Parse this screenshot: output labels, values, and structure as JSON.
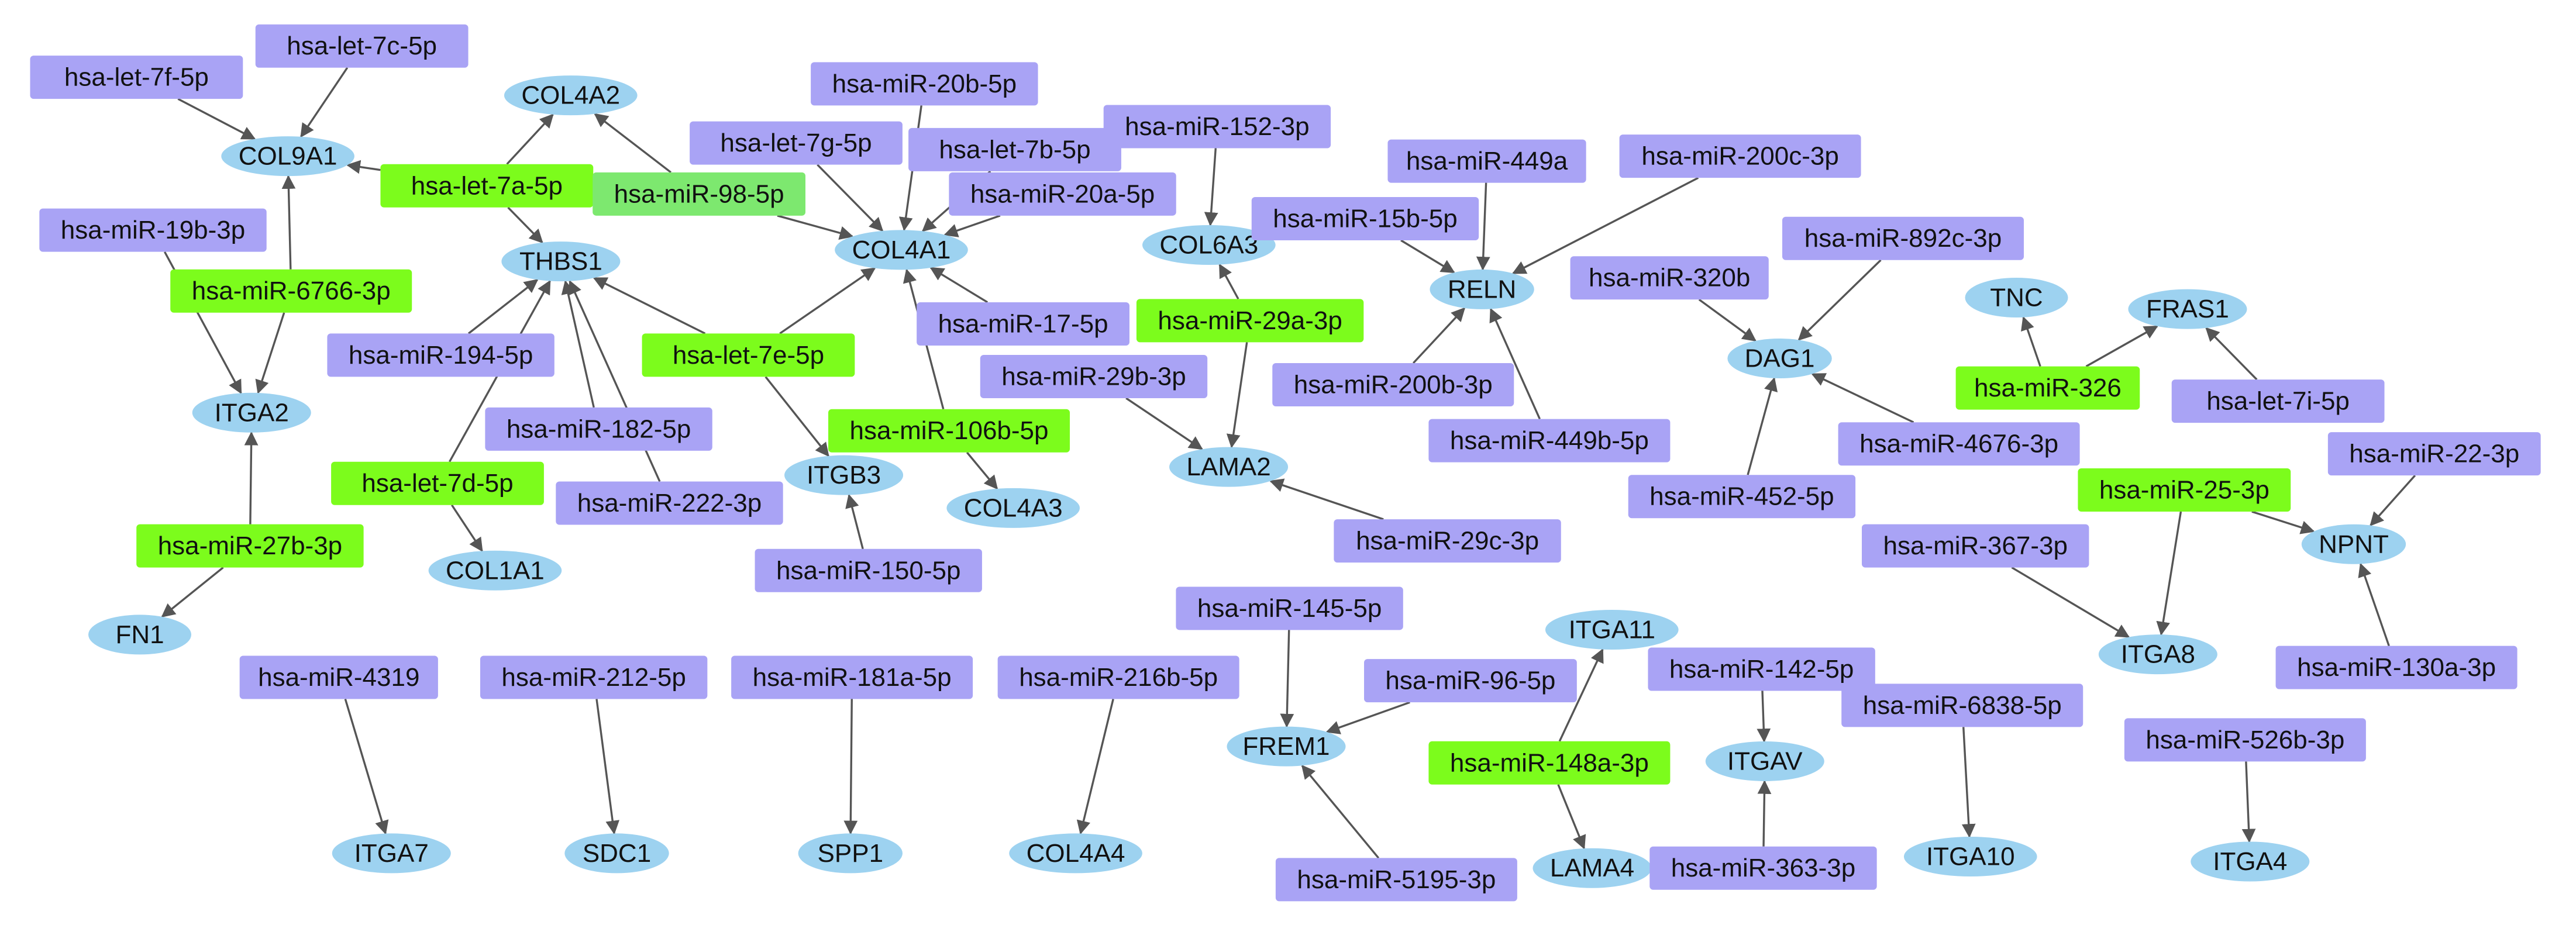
{
  "colors": {
    "gene": "#9dd2f0",
    "mirna": "#a9a3f5",
    "hub_mirna": "#7cfc1c",
    "hub_mirna_light": "#7de86f",
    "edge": "#555555",
    "text": "#111111"
  },
  "nodes": [
    {
      "id": "COL9A1",
      "label": "COL9A1",
      "type": "gene"
    },
    {
      "id": "COL4A2",
      "label": "COL4A2",
      "type": "gene"
    },
    {
      "id": "THBS1",
      "label": "THBS1",
      "type": "gene"
    },
    {
      "id": "COL4A1",
      "label": "COL4A1",
      "type": "gene"
    },
    {
      "id": "COL6A3",
      "label": "COL6A3",
      "type": "gene"
    },
    {
      "id": "RELN",
      "label": "RELN",
      "type": "gene"
    },
    {
      "id": "DAG1",
      "label": "DAG1",
      "type": "gene"
    },
    {
      "id": "TNC",
      "label": "TNC",
      "type": "gene"
    },
    {
      "id": "FRAS1",
      "label": "FRAS1",
      "type": "gene"
    },
    {
      "id": "ITGA2",
      "label": "ITGA2",
      "type": "gene"
    },
    {
      "id": "ITGB3",
      "label": "ITGB3",
      "type": "gene"
    },
    {
      "id": "COL4A3",
      "label": "COL4A3",
      "type": "gene"
    },
    {
      "id": "LAMA2",
      "label": "LAMA2",
      "type": "gene"
    },
    {
      "id": "COL1A1",
      "label": "COL1A1",
      "type": "gene"
    },
    {
      "id": "FN1",
      "label": "FN1",
      "type": "gene"
    },
    {
      "id": "NPNT",
      "label": "NPNT",
      "type": "gene"
    },
    {
      "id": "ITGA8",
      "label": "ITGA8",
      "type": "gene"
    },
    {
      "id": "ITGA11",
      "label": "ITGA11",
      "type": "gene"
    },
    {
      "id": "FREM1",
      "label": "FREM1",
      "type": "gene"
    },
    {
      "id": "ITGAV",
      "label": "ITGAV",
      "type": "gene"
    },
    {
      "id": "ITGA7",
      "label": "ITGA7",
      "type": "gene"
    },
    {
      "id": "SDC1",
      "label": "SDC1",
      "type": "gene"
    },
    {
      "id": "SPP1",
      "label": "SPP1",
      "type": "gene"
    },
    {
      "id": "COL4A4",
      "label": "COL4A4",
      "type": "gene"
    },
    {
      "id": "LAMA4",
      "label": "LAMA4",
      "type": "gene"
    },
    {
      "id": "ITGA10",
      "label": "ITGA10",
      "type": "gene"
    },
    {
      "id": "ITGA4",
      "label": "ITGA4",
      "type": "gene"
    },
    {
      "id": "let7c",
      "label": "hsa-let-7c-5p",
      "type": "mirna"
    },
    {
      "id": "let7f",
      "label": "hsa-let-7f-5p",
      "type": "mirna"
    },
    {
      "id": "mir20b",
      "label": "hsa-miR-20b-5p",
      "type": "mirna"
    },
    {
      "id": "let7g",
      "label": "hsa-let-7g-5p",
      "type": "mirna"
    },
    {
      "id": "let7b",
      "label": "hsa-let-7b-5p",
      "type": "mirna"
    },
    {
      "id": "mir152",
      "label": "hsa-miR-152-3p",
      "type": "mirna"
    },
    {
      "id": "mir449a",
      "label": "hsa-miR-449a",
      "type": "mirna"
    },
    {
      "id": "mir200c",
      "label": "hsa-miR-200c-3p",
      "type": "mirna"
    },
    {
      "id": "let7a",
      "label": "hsa-let-7a-5p",
      "type": "hub_mirna"
    },
    {
      "id": "mir98",
      "label": "hsa-miR-98-5p",
      "type": "hub_mirna_light"
    },
    {
      "id": "mir20a",
      "label": "hsa-miR-20a-5p",
      "type": "mirna"
    },
    {
      "id": "mir15b",
      "label": "hsa-miR-15b-5p",
      "type": "mirna"
    },
    {
      "id": "mir19b",
      "label": "hsa-miR-19b-3p",
      "type": "mirna"
    },
    {
      "id": "mir892c",
      "label": "hsa-miR-892c-3p",
      "type": "mirna"
    },
    {
      "id": "mir6766",
      "label": "hsa-miR-6766-3p",
      "type": "hub_mirna"
    },
    {
      "id": "mir320b",
      "label": "hsa-miR-320b",
      "type": "mirna"
    },
    {
      "id": "mir17",
      "label": "hsa-miR-17-5p",
      "type": "mirna"
    },
    {
      "id": "mir29a",
      "label": "hsa-miR-29a-3p",
      "type": "hub_mirna"
    },
    {
      "id": "mir194",
      "label": "hsa-miR-194-5p",
      "type": "mirna"
    },
    {
      "id": "let7e",
      "label": "hsa-let-7e-5p",
      "type": "hub_mirna"
    },
    {
      "id": "mir29b",
      "label": "hsa-miR-29b-3p",
      "type": "mirna"
    },
    {
      "id": "mir200b",
      "label": "hsa-miR-200b-3p",
      "type": "mirna"
    },
    {
      "id": "mir326",
      "label": "hsa-miR-326",
      "type": "hub_mirna"
    },
    {
      "id": "let7i",
      "label": "hsa-let-7i-5p",
      "type": "mirna"
    },
    {
      "id": "mir182",
      "label": "hsa-miR-182-5p",
      "type": "mirna"
    },
    {
      "id": "mir106b",
      "label": "hsa-miR-106b-5p",
      "type": "hub_mirna"
    },
    {
      "id": "mir449b",
      "label": "hsa-miR-449b-5p",
      "type": "mirna"
    },
    {
      "id": "mir4676",
      "label": "hsa-miR-4676-3p",
      "type": "mirna"
    },
    {
      "id": "mir22",
      "label": "hsa-miR-22-3p",
      "type": "mirna"
    },
    {
      "id": "let7d",
      "label": "hsa-let-7d-5p",
      "type": "hub_mirna"
    },
    {
      "id": "mir222",
      "label": "hsa-miR-222-3p",
      "type": "mirna"
    },
    {
      "id": "mir25",
      "label": "hsa-miR-25-3p",
      "type": "hub_mirna"
    },
    {
      "id": "mir452",
      "label": "hsa-miR-452-5p",
      "type": "mirna"
    },
    {
      "id": "mir29c",
      "label": "hsa-miR-29c-3p",
      "type": "mirna"
    },
    {
      "id": "mir27b",
      "label": "hsa-miR-27b-3p",
      "type": "hub_mirna"
    },
    {
      "id": "mir367",
      "label": "hsa-miR-367-3p",
      "type": "mirna"
    },
    {
      "id": "mir150",
      "label": "hsa-miR-150-5p",
      "type": "mirna"
    },
    {
      "id": "mir145",
      "label": "hsa-miR-145-5p",
      "type": "mirna"
    },
    {
      "id": "mir130a",
      "label": "hsa-miR-130a-3p",
      "type": "mirna"
    },
    {
      "id": "mir4319",
      "label": "hsa-miR-4319",
      "type": "mirna"
    },
    {
      "id": "mir212",
      "label": "hsa-miR-212-5p",
      "type": "mirna"
    },
    {
      "id": "mir181a",
      "label": "hsa-miR-181a-5p",
      "type": "mirna"
    },
    {
      "id": "mir216b",
      "label": "hsa-miR-216b-5p",
      "type": "mirna"
    },
    {
      "id": "mir96",
      "label": "hsa-miR-96-5p",
      "type": "mirna"
    },
    {
      "id": "mir142",
      "label": "hsa-miR-142-5p",
      "type": "mirna"
    },
    {
      "id": "mir6838",
      "label": "hsa-miR-6838-5p",
      "type": "mirna"
    },
    {
      "id": "mir148a",
      "label": "hsa-miR-148a-3p",
      "type": "hub_mirna"
    },
    {
      "id": "mir526b",
      "label": "hsa-miR-526b-3p",
      "type": "mirna"
    },
    {
      "id": "mir5195",
      "label": "hsa-miR-5195-3p",
      "type": "mirna"
    },
    {
      "id": "mir363",
      "label": "hsa-miR-363-3p",
      "type": "mirna"
    }
  ],
  "edges": [
    [
      "let7f",
      "COL9A1"
    ],
    [
      "let7c",
      "COL9A1"
    ],
    [
      "let7a",
      "COL9A1"
    ],
    [
      "mir6766",
      "COL9A1"
    ],
    [
      "let7a",
      "COL4A2"
    ],
    [
      "mir98",
      "COL4A2"
    ],
    [
      "let7a",
      "THBS1"
    ],
    [
      "mir194",
      "THBS1"
    ],
    [
      "let7d",
      "THBS1"
    ],
    [
      "mir182",
      "THBS1"
    ],
    [
      "mir222",
      "THBS1"
    ],
    [
      "let7e",
      "THBS1"
    ],
    [
      "mir98",
      "COL4A1"
    ],
    [
      "let7g",
      "COL4A1"
    ],
    [
      "mir20b",
      "COL4A1"
    ],
    [
      "let7b",
      "COL4A1"
    ],
    [
      "mir20a",
      "COL4A1"
    ],
    [
      "mir17",
      "COL4A1"
    ],
    [
      "let7e",
      "COL4A1"
    ],
    [
      "mir106b",
      "COL4A1"
    ],
    [
      "mir152",
      "COL6A3"
    ],
    [
      "mir29a",
      "COL6A3"
    ],
    [
      "mir449a",
      "RELN"
    ],
    [
      "mir200c",
      "RELN"
    ],
    [
      "mir15b",
      "RELN"
    ],
    [
      "mir200b",
      "RELN"
    ],
    [
      "mir449b",
      "RELN"
    ],
    [
      "mir320b",
      "DAG1"
    ],
    [
      "mir892c",
      "DAG1"
    ],
    [
      "mir4676",
      "DAG1"
    ],
    [
      "mir452",
      "DAG1"
    ],
    [
      "mir326",
      "TNC"
    ],
    [
      "mir326",
      "FRAS1"
    ],
    [
      "let7i",
      "FRAS1"
    ],
    [
      "mir19b",
      "ITGA2"
    ],
    [
      "mir6766",
      "ITGA2"
    ],
    [
      "mir27b",
      "ITGA2"
    ],
    [
      "let7e",
      "ITGB3"
    ],
    [
      "mir150",
      "ITGB3"
    ],
    [
      "mir106b",
      "COL4A3"
    ],
    [
      "mir29a",
      "LAMA2"
    ],
    [
      "mir29b",
      "LAMA2"
    ],
    [
      "mir29c",
      "LAMA2"
    ],
    [
      "let7d",
      "COL1A1"
    ],
    [
      "mir27b",
      "FN1"
    ],
    [
      "mir25",
      "NPNT"
    ],
    [
      "mir22",
      "NPNT"
    ],
    [
      "mir130a",
      "NPNT"
    ],
    [
      "mir25",
      "ITGA8"
    ],
    [
      "mir367",
      "ITGA8"
    ],
    [
      "mir148a",
      "ITGA11"
    ],
    [
      "mir148a",
      "LAMA4"
    ],
    [
      "mir145",
      "FREM1"
    ],
    [
      "mir96",
      "FREM1"
    ],
    [
      "mir5195",
      "FREM1"
    ],
    [
      "mir142",
      "ITGAV"
    ],
    [
      "mir363",
      "ITGAV"
    ],
    [
      "mir4319",
      "ITGA7"
    ],
    [
      "mir212",
      "SDC1"
    ],
    [
      "mir181a",
      "SPP1"
    ],
    [
      "mir216b",
      "COL4A4"
    ],
    [
      "mir6838",
      "ITGA10"
    ],
    [
      "mir526b",
      "ITGA4"
    ]
  ]
}
